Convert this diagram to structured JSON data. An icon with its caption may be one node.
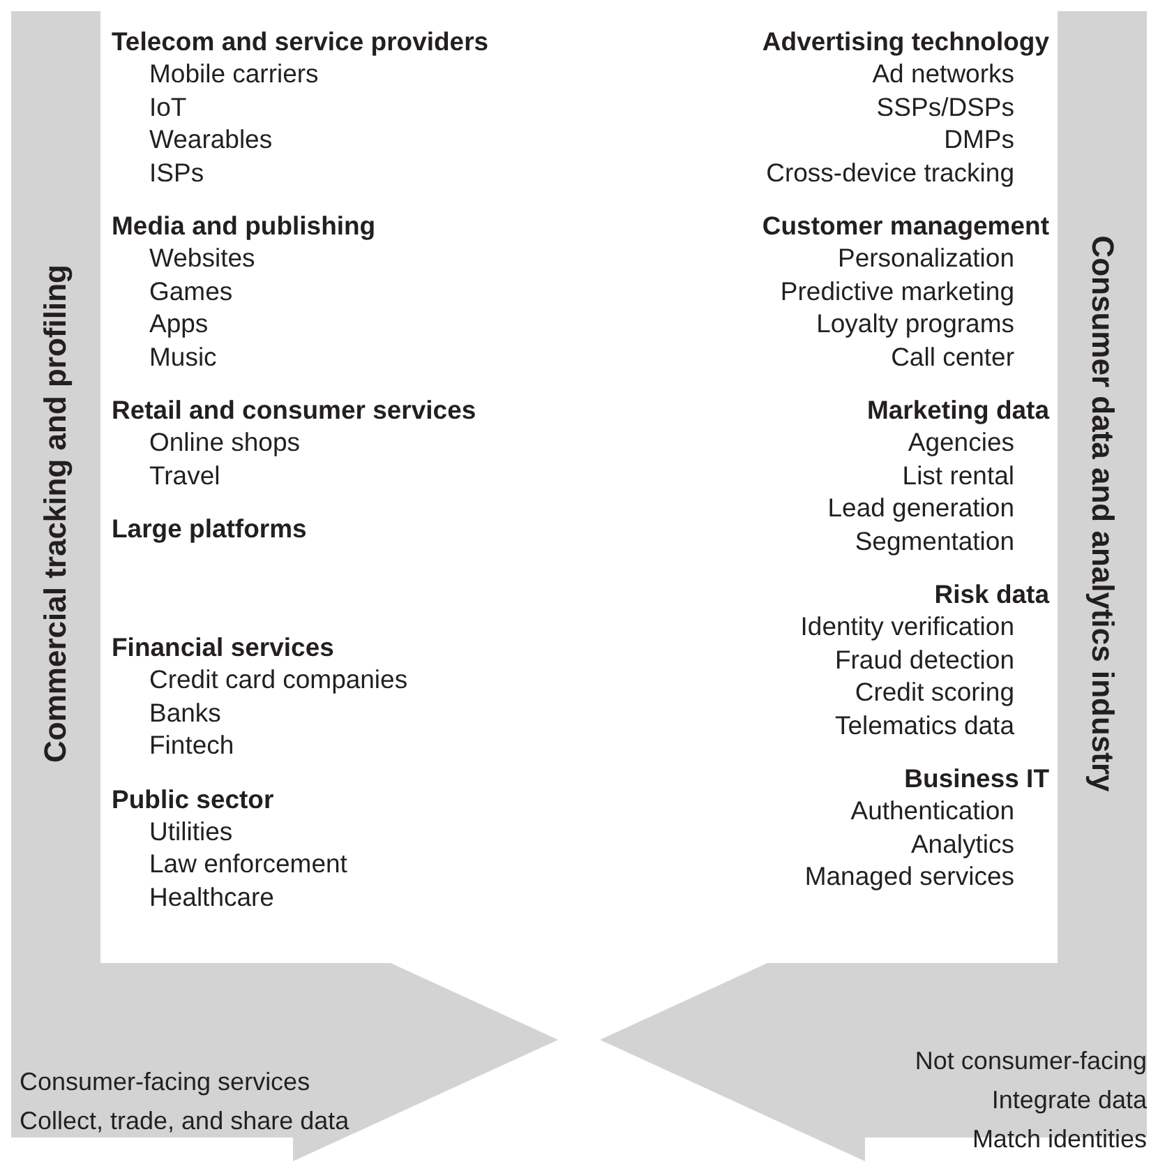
{
  "diagram": {
    "nodes": [
      {
        "text": [
          "Commercial tracking and profiling",
          "Consumer-facing services",
          "Collect, trade, and share data"
        ]
      },
      {
        "text": [
          "Consumer data and analytics industry",
          "Not consumer-facing",
          "Integrate data",
          "Match identities"
        ]
      }
    ],
    "labels": [
      "Telecom and service providers",
      "Mobile carriers",
      "IoT",
      "Wearables",
      "ISPs",
      "Media and publishing",
      "Websites",
      "Games",
      "Apps",
      "Music",
      "Retail and consumer services",
      "Online shops",
      "Travel",
      "Large platforms",
      "Financial services",
      "Credit card companies",
      "Banks",
      "Fintech",
      "Public sector",
      "Utilities",
      "Law enforcement",
      "Healthcare",
      "Advertising technology",
      "Ad networks",
      "SSPs/DSPs",
      "DMPs",
      "Cross-device tracking",
      "Customer management",
      "Personalization",
      "Predictive marketing",
      "Loyalty programs",
      "Call center",
      "Marketing data",
      "Agencies",
      "List rental",
      "Lead generation",
      "Segmentation",
      "Risk data",
      "Identity verification",
      "Fraud detection",
      "Credit scoring",
      "Telematics data",
      "Business IT",
      "Authentication",
      "Analytics",
      "Managed services"
    ]
  }
}
